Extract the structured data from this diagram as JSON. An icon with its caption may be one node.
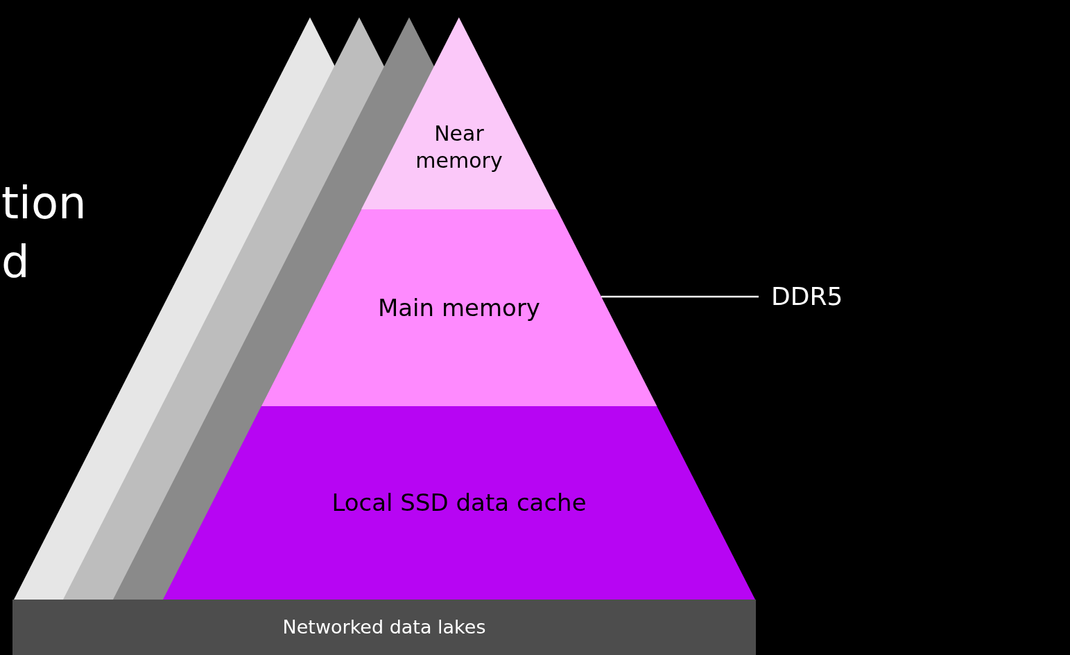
{
  "diagram": {
    "nodes": [
      {
        "text": [
          "Near memory"
        ]
      },
      {
        "text": [
          "Main memory"
        ]
      },
      {
        "text": [
          "Local SSD data cache"
        ]
      },
      {
        "text": [
          "Networked data lakes"
        ]
      },
      {
        "text": [
          "DDR5"
        ]
      }
    ],
    "edges": [
      {
        "from": 4,
        "to": 1,
        "arrow": "none"
      }
    ],
    "labels": [
      "tion",
      "d"
    ]
  }
}
